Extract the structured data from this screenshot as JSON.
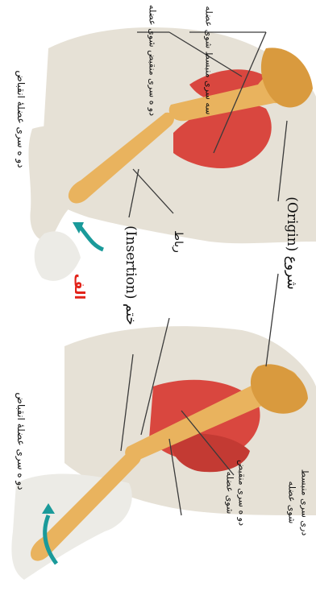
{
  "labels": {
    "flexion_caption_top": "دو ه سری عضلهٔ انقباض",
    "flexion_caption_bottom": "دو ه سری عضلهٔ انقباض",
    "triceps_relaxed_top": "سه سری منبسط شوی عضله",
    "biceps_contracted_top": "دو ه سری منقبض شوی عضله",
    "origin": "(Origin) شروع",
    "ligament": "رباط",
    "insertion": "(Insertion) ختم",
    "alef": "الف",
    "triceps_relaxed_bottom_line1": "دری سری منبسط",
    "triceps_relaxed_bottom_line2": "شوی عضله",
    "biceps_contracted_bottom_line1": "دو ه سری منقبض",
    "biceps_contracted_bottom_line2": "شوی عضله"
  },
  "colors": {
    "muscle": "#d9473f",
    "bone": "#e9b35e",
    "skin": "#e6e1d6",
    "arrow": "#1a9a9a",
    "accent_red": "#e2231a"
  }
}
